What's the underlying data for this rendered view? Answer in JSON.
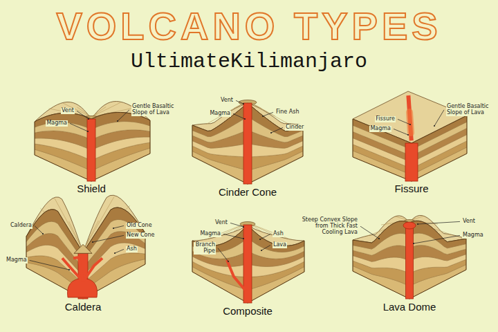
{
  "diagram": {
    "title": "VOLCANO TYPES",
    "labels": [
      "UltimateKilimanjaro",
      "Vent",
      "Magma",
      "Gentle Basaltic Slope of Lava",
      "Shield",
      "Vent",
      "Magma",
      "Fine Ash",
      "Cinder",
      "Cinder Cone",
      "Fissure",
      "Magma",
      "Gentle Basaltic Slope of Lava",
      "Fissure",
      "Caldera",
      "Magma",
      "Old Cone",
      "New Cone",
      "Ash",
      "Caldera",
      "Vent",
      "Magma",
      "Branch Pipe",
      "Ash",
      "Lava",
      "Composite",
      "Steep Convex Slope from Thick Fast Cooling Lava",
      "Vent",
      "Magma",
      "Lava Dome"
    ]
  }
}
